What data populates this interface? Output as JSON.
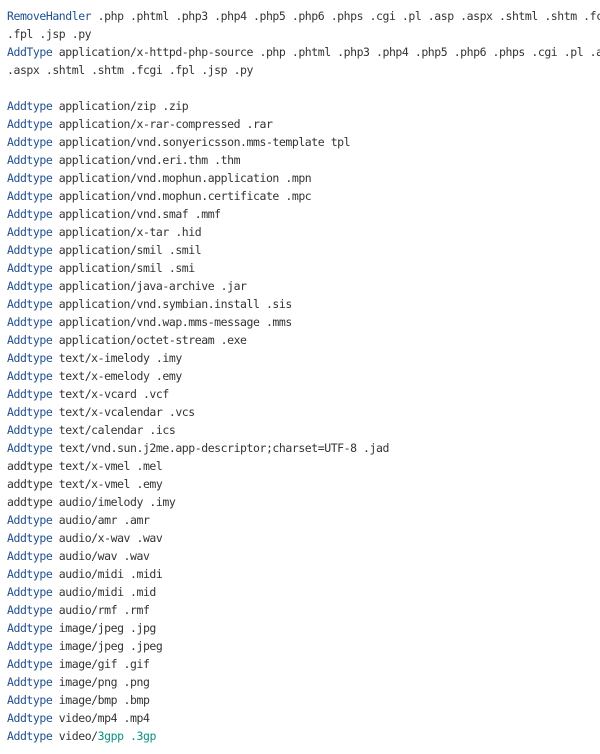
{
  "code": {
    "colors": {
      "keyword": "#1f4f8f",
      "text": "#333333",
      "number": "#0a8f7e"
    },
    "lines": [
      {
        "kw": "RemoveHandler",
        "rest": " .php .phtml .php3 .php4 .php5 .php6 .phps .cgi .pl .asp .aspx .shtml .shtm .fcgi"
      },
      {
        "kw": "",
        "rest": ".fpl .jsp .py"
      },
      {
        "kw": "AddType",
        "rest": " application/x-httpd-php-source .php .phtml .php3 .php4 .php5 .php6 .phps .cgi .pl .asp"
      },
      {
        "kw": "",
        "rest": ".aspx .shtml .shtm .fcgi .fpl .jsp .py"
      },
      {
        "blank": true
      },
      {
        "kw": "Addtype",
        "rest": " application/zip .zip"
      },
      {
        "kw": "Addtype",
        "rest": " application/x-rar-compressed .rar"
      },
      {
        "kw": "Addtype",
        "rest": " application/vnd.sonyericsson.mms-template tpl"
      },
      {
        "kw": "Addtype",
        "rest": " application/vnd.eri.thm .thm"
      },
      {
        "kw": "Addtype",
        "rest": " application/vnd.mophun.application .mpn"
      },
      {
        "kw": "Addtype",
        "rest": " application/vnd.mophun.certificate .mpc"
      },
      {
        "kw": "Addtype",
        "rest": " application/vnd.smaf .mmf"
      },
      {
        "kw": "Addtype",
        "rest": " application/x-tar .hid"
      },
      {
        "kw": "Addtype",
        "rest": " application/smil .smil"
      },
      {
        "kw": "Addtype",
        "rest": " application/smil .smi"
      },
      {
        "kw": "Addtype",
        "rest": " application/java-archive .jar"
      },
      {
        "kw": "Addtype",
        "rest": " application/vnd.symbian.install .sis"
      },
      {
        "kw": "Addtype",
        "rest": " application/vnd.wap.mms-message .mms"
      },
      {
        "kw": "Addtype",
        "rest": " application/octet-stream .exe"
      },
      {
        "kw": "Addtype",
        "rest": " text/x-imelody .imy"
      },
      {
        "kw": "Addtype",
        "rest": " text/x-emelody .emy"
      },
      {
        "kw": "Addtype",
        "rest": " text/x-vcard .vcf"
      },
      {
        "kw": "Addtype",
        "rest": " text/x-vcalendar .vcs"
      },
      {
        "kw": "Addtype",
        "rest": " text/calendar .ics"
      },
      {
        "kw": "Addtype",
        "rest": " text/vnd.sun.j2me.app-descriptor;charset=UTF-8 .jad"
      },
      {
        "kw": "",
        "rest": "addtype text/x-vmel .mel"
      },
      {
        "kw": "",
        "rest": "addtype text/x-vmel .emy"
      },
      {
        "kw": "",
        "rest": "addtype audio/imelody .imy"
      },
      {
        "kw": "Addtype",
        "rest": " audio/amr .amr"
      },
      {
        "kw": "Addtype",
        "rest": " audio/x-wav .wav"
      },
      {
        "kw": "Addtype",
        "rest": " audio/wav .wav"
      },
      {
        "kw": "Addtype",
        "rest": " audio/midi .midi"
      },
      {
        "kw": "Addtype",
        "rest": " audio/midi .mid"
      },
      {
        "kw": "Addtype",
        "rest": " audio/rmf .rmf"
      },
      {
        "kw": "Addtype",
        "rest": " image/jpeg .jpg"
      },
      {
        "kw": "Addtype",
        "rest": " image/jpeg .jpeg"
      },
      {
        "kw": "Addtype",
        "rest": " image/gif .gif"
      },
      {
        "kw": "Addtype",
        "rest": " image/png .png"
      },
      {
        "kw": "Addtype",
        "rest": " image/bmp .bmp"
      },
      {
        "kw": "Addtype",
        "rest": " video/mp4 .mp4"
      },
      {
        "kw": "Addtype",
        "rest": " video/",
        "num": "3gpp .3gp"
      }
    ]
  }
}
